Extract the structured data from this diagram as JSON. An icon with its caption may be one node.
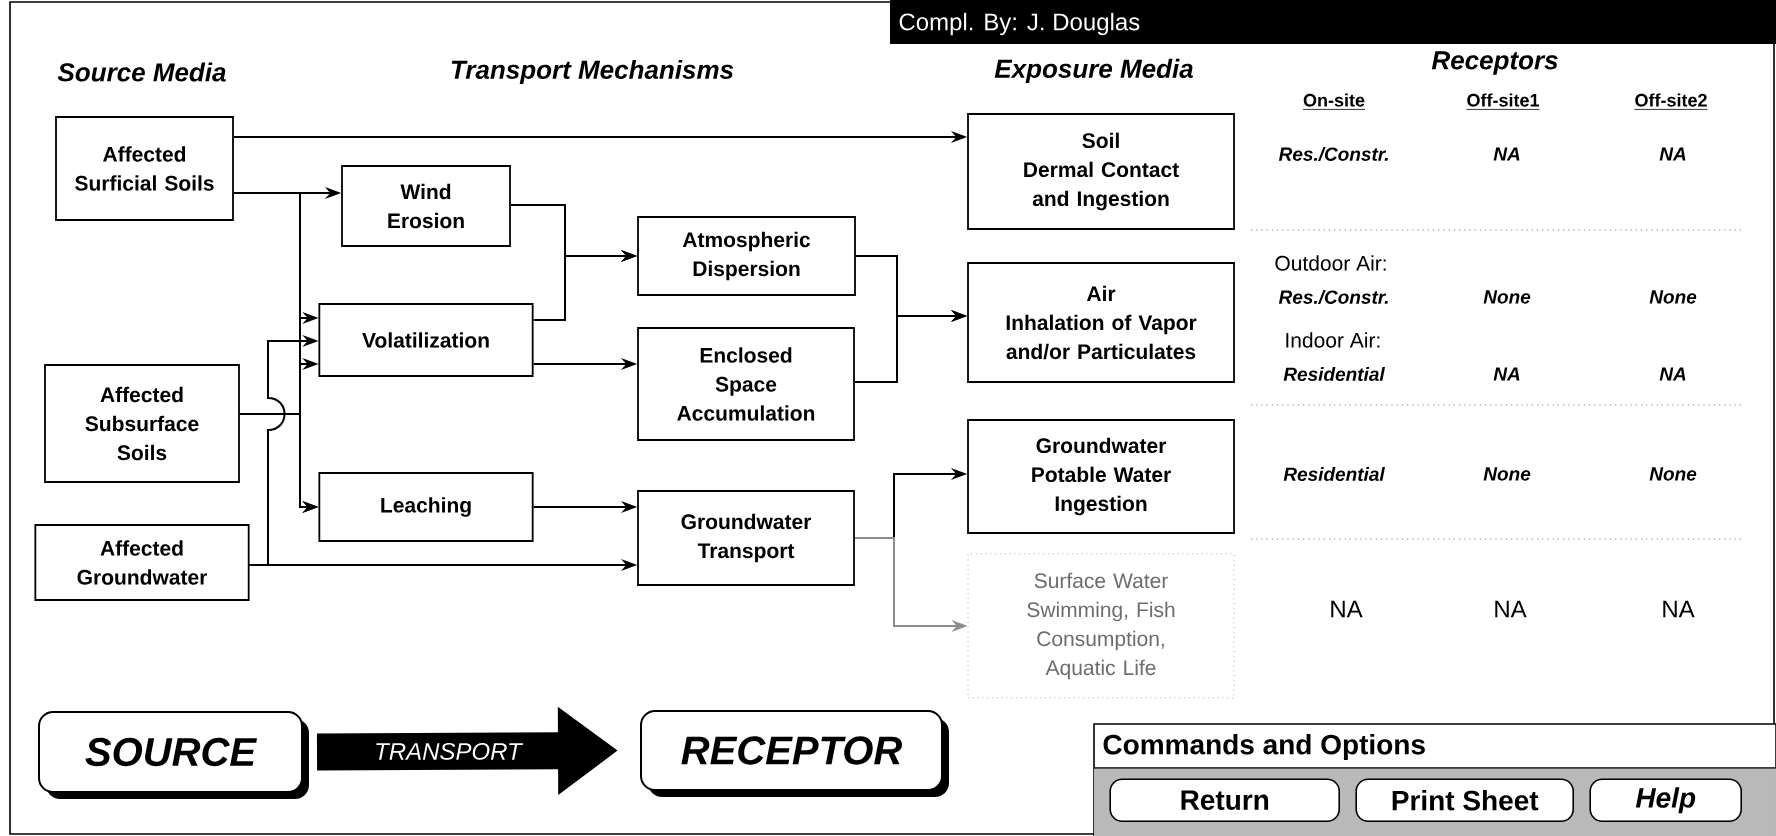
{
  "diagram": {
    "nodes": [
      {
        "text": [
          "Affected Surficial Soils"
        ]
      },
      {
        "text": [
          "Affected Subsurface Soils"
        ]
      },
      {
        "text": [
          "Affected Groundwater"
        ]
      },
      {
        "text": [
          "Wind Erosion"
        ]
      },
      {
        "text": [
          "Volatilization"
        ]
      },
      {
        "text": [
          "Leaching"
        ]
      },
      {
        "text": [
          "Atmospheric Dispersion"
        ]
      },
      {
        "text": [
          "Enclosed Space Accumulation"
        ]
      },
      {
        "text": [
          "Groundwater Transport"
        ]
      },
      {
        "text": [
          "Soil",
          "Dermal Contact and Ingestion"
        ]
      },
      {
        "text": [
          "Air",
          "Inhalation of Vapor and/or Particulates"
        ]
      },
      {
        "text": [
          "Groundwater",
          "Potable Water Ingestion"
        ]
      },
      {
        "text": [
          "Surface Water",
          "Swimming, Fish Consumption, Aquatic Life"
        ]
      },
      {
        "text": [
          "SOURCE"
        ]
      },
      {
        "text": [
          "RECEPTOR"
        ]
      },
      {
        "text": [
          "Commands and Options"
        ]
      },
      {
        "text": [
          "Return"
        ],
        "in": 15
      },
      {
        "text": [
          "Print Sheet"
        ],
        "in": 15
      },
      {
        "text": [
          "Help"
        ],
        "in": 15
      }
    ],
    "edges": [
      {
        "from": 0,
        "to": 9,
        "arrow": "to"
      },
      {
        "from": 0,
        "to": 3,
        "arrow": "to"
      },
      {
        "from": 0,
        "to": 4,
        "arrow": "to"
      },
      {
        "from": 0,
        "to": 5,
        "arrow": "to"
      },
      {
        "from": 1,
        "to": 4,
        "arrow": "to"
      },
      {
        "from": 1,
        "to": 5,
        "arrow": "to"
      },
      {
        "from": 2,
        "to": 4,
        "arrow": "to"
      },
      {
        "from": 2,
        "to": 8,
        "arrow": "to"
      },
      {
        "from": 3,
        "to": 6,
        "arrow": "to"
      },
      {
        "from": 4,
        "to": 6,
        "arrow": "to"
      },
      {
        "from": 4,
        "to": 7,
        "arrow": "to"
      },
      {
        "from": 5,
        "to": 8,
        "arrow": "to"
      },
      {
        "from": 6,
        "to": 10,
        "arrow": "to"
      },
      {
        "from": 7,
        "to": 10,
        "arrow": "to"
      },
      {
        "from": 8,
        "to": 11,
        "arrow": "to"
      },
      {
        "from": 8,
        "to": 12,
        "arrow": "to",
        "color": "#8c8c8c"
      },
      {
        "from": 13,
        "to": 14,
        "arrow": "to",
        "label": "TRANSPORT",
        "style": "thick"
      }
    ],
    "labels": [
      "Compl. By:  J. Douglas",
      "Source Media",
      "Transport Mechanisms",
      "Exposure Media",
      "Receptors",
      "On-site",
      "Off-site1",
      "Off-site2",
      "Res./Constr.",
      "NA",
      "NA",
      "Outdoor Air:",
      "Res./Constr.",
      "None",
      "None",
      "Indoor Air:",
      "Residential",
      "NA",
      "NA",
      "Residential",
      "None",
      "None",
      "NA",
      "NA",
      "NA"
    ]
  }
}
